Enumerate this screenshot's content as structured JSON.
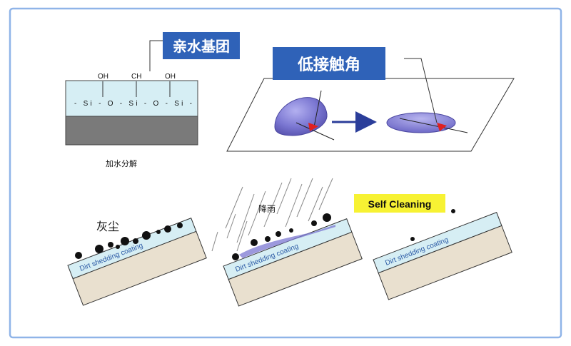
{
  "labels": {
    "hydrophilic_group": "亲水基团",
    "low_contact_angle": "低接触角",
    "hydrolysis": "加水分解",
    "dust": "灰尘",
    "rainfall": "降雨",
    "self_cleaning": "Self Cleaning"
  },
  "molecule": {
    "oh_left": "OH",
    "oh_mid": "CH",
    "oh_right": "OH",
    "chain": "- Si - O - Si - O - Si -"
  },
  "coating_label": "Dirt shedding coating",
  "colors": {
    "frame_border": "#8fb4e8",
    "tag_fill": "#2f62b8",
    "tag_text": "#ffffff",
    "coating_fill": "#d6eef4",
    "substrate_fill": "#e9e0cf",
    "substrate_dark": "#7a7a7a",
    "drop_fill": "#7b77d2",
    "arrow_blue": "#2b3e9a",
    "highlight_yellow": "#f7f233",
    "dirt": "#111111"
  }
}
